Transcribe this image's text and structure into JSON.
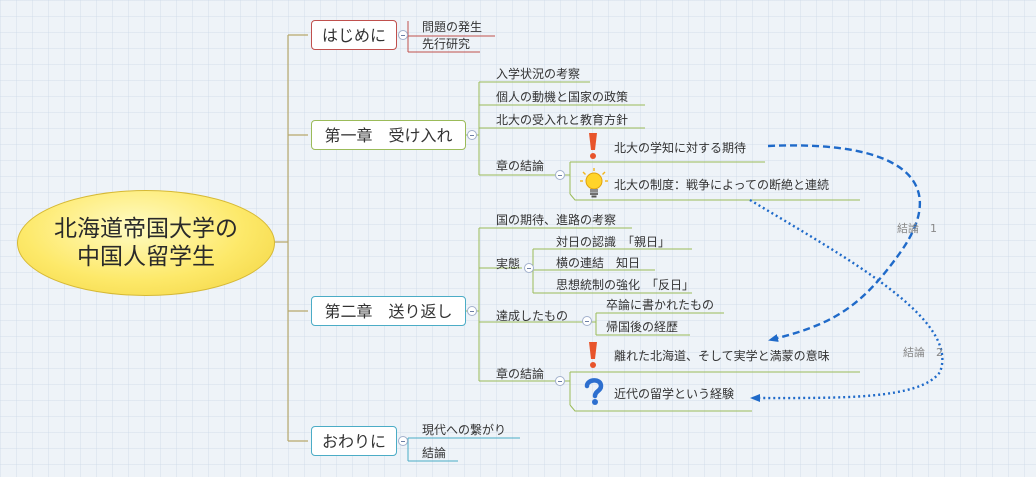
{
  "root": {
    "line1": "北海道帝国大学の",
    "line2": "中国人留学生"
  },
  "b1": {
    "title": "はじめに",
    "items": [
      "問題の発生",
      "先行研究"
    ]
  },
  "b2": {
    "title": "第一章　受け入れ",
    "items": [
      "入学状況の考察",
      "個人の動機と国家の政策",
      "北大の受入れと教育方針"
    ],
    "conclusion": {
      "label": "章の結論",
      "items": [
        "北大の学知に対する期待",
        "北大の制度：戦争によっての断絶と連続"
      ]
    }
  },
  "b3": {
    "title": "第二章　送り返し",
    "items": [
      "国の期待、進路の考察"
    ],
    "jittai": {
      "label": "実態",
      "items": [
        "対日の認識　「親日」",
        "横の連結　知日",
        "思想統制の強化　「反日」"
      ]
    },
    "tassei": {
      "label": "達成したもの",
      "items": [
        "卒論に書かれたもの",
        "帰国後の経歴"
      ]
    },
    "conclusion": {
      "label": "章の結論",
      "items": [
        "離れた北海道、そして実学と満蒙の意味",
        "近代の留学という経験"
      ]
    }
  },
  "b4": {
    "title": "おわりに",
    "items": [
      "現代への繋がり",
      "結論"
    ]
  },
  "relationships": [
    "結論　1",
    "結論　2"
  ],
  "colors": {
    "b1": "#c0504d",
    "b2": "#9bbb59",
    "b3": "#4bacc6",
    "b4": "#4bacc6",
    "rel1": "#1f6ac9",
    "rel2": "#1f6ac9",
    "root": "#fde96a"
  },
  "icons": {
    "exclamation": "exclamation-icon",
    "bulb": "lightbulb-icon",
    "question": "question-icon"
  }
}
